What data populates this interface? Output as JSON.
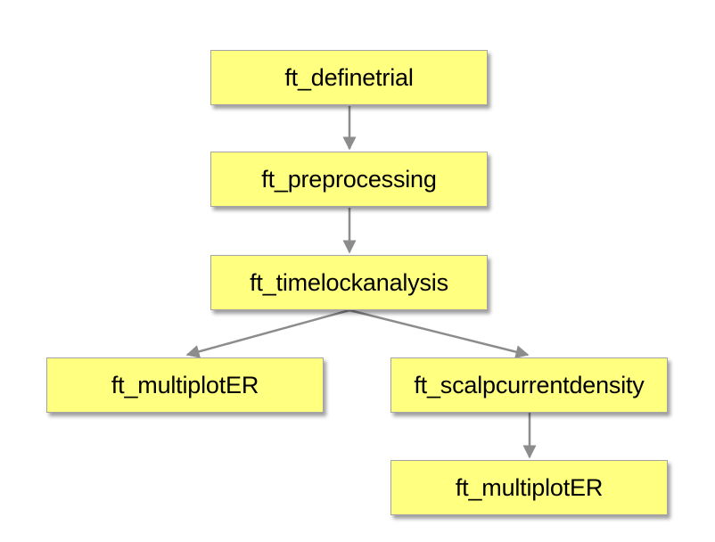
{
  "colors": {
    "node_fill": "#FFFF80",
    "node_border": "#A4A4A4",
    "edge": "#8C8C8C",
    "background": "#FFFFFF"
  },
  "nodes": [
    {
      "id": "n1",
      "label": "ft_definetrial"
    },
    {
      "id": "n2",
      "label": "ft_preprocessing"
    },
    {
      "id": "n3",
      "label": "ft_timelockanalysis"
    },
    {
      "id": "n4",
      "label": "ft_multiplotER"
    },
    {
      "id": "n5",
      "label": "ft_scalpcurrentdensity"
    },
    {
      "id": "n6",
      "label": "ft_multiplotER"
    }
  ],
  "edges": [
    {
      "from": "n1",
      "to": "n2"
    },
    {
      "from": "n2",
      "to": "n3"
    },
    {
      "from": "n3",
      "to": "n4"
    },
    {
      "from": "n3",
      "to": "n5"
    },
    {
      "from": "n5",
      "to": "n6"
    }
  ]
}
